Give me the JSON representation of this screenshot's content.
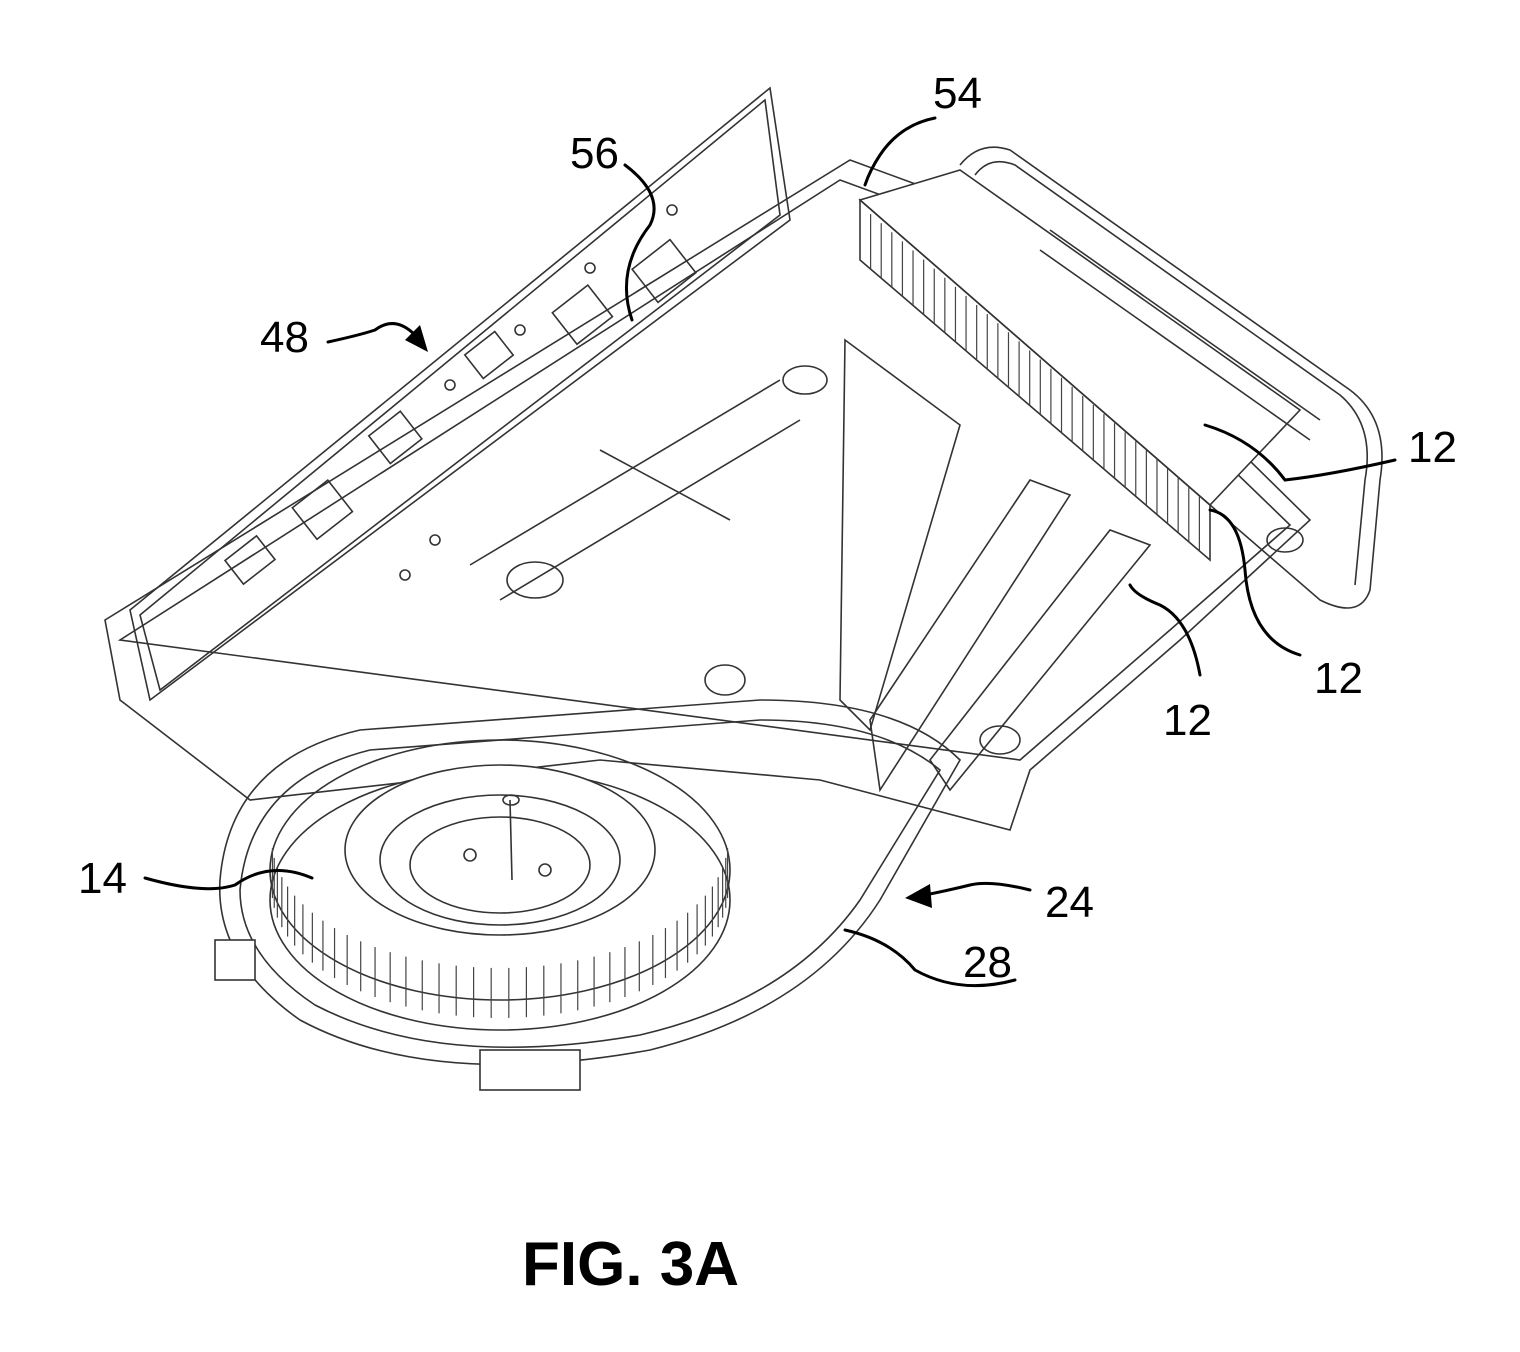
{
  "figure": {
    "caption": "FIG. 3A",
    "colors": {
      "line": "#000000",
      "background": "#ffffff",
      "drawing": "#333333"
    },
    "reference_numerals": [
      {
        "id": "ref-54",
        "text": "54"
      },
      {
        "id": "ref-56",
        "text": "56"
      },
      {
        "id": "ref-48",
        "text": "48"
      },
      {
        "id": "ref-12-a",
        "text": "12"
      },
      {
        "id": "ref-12-b",
        "text": "12"
      },
      {
        "id": "ref-12-c",
        "text": "12"
      },
      {
        "id": "ref-14",
        "text": "14"
      },
      {
        "id": "ref-24",
        "text": "24"
      },
      {
        "id": "ref-28",
        "text": "28"
      }
    ]
  }
}
